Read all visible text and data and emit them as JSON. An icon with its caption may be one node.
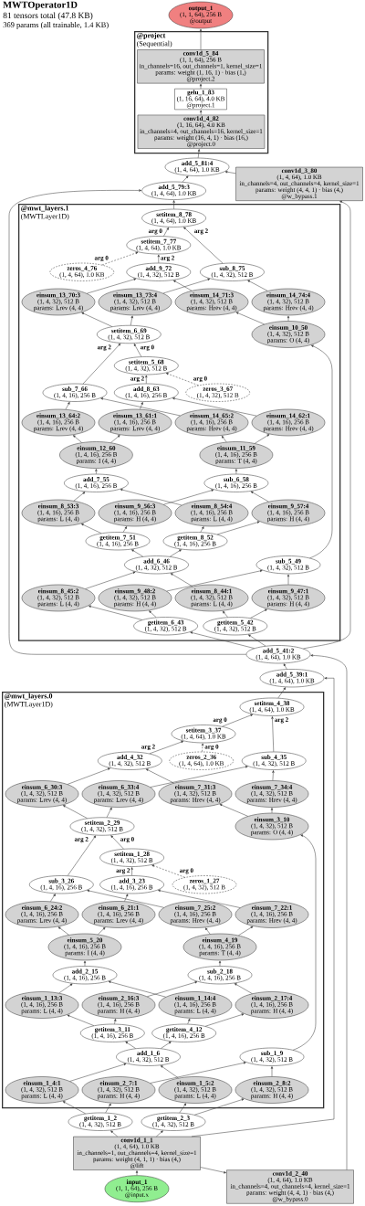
{
  "diagram": {
    "title": "MWTOperator1D",
    "labels": [
      "81 tensors total (47.8 KB)",
      "369 params (all trainable, 1.4 KB)"
    ],
    "nodes": [
      {
        "text": [
          "output_1",
          "(1, 1, 64), 256 B",
          "@output"
        ]
      },
      {
        "text": [
          "@project",
          "(Sequential)"
        ]
      },
      {
        "text": [
          "conv1d_5_84",
          "(1, 1, 64), 256 B",
          "in_channels=16, out_channels=1, kernel_size=1",
          "params: weight (1, 16, 1) · bias (1,)",
          "@project.2"
        ],
        "in": 1
      },
      {
        "text": [
          "gelu_1_83",
          "(1, 16, 64), 4.0 KB",
          "@project.1"
        ],
        "in": 1
      },
      {
        "text": [
          "conv1d_4_82",
          "(1, 16, 64), 4.0 KB",
          "in_channels=4, out_channels=16, kernel_size=1",
          "params: weight (16, 4, 1) · bias (16,)",
          "@project.0"
        ],
        "in": 1
      },
      {
        "text": [
          "add_5_81:4",
          "(1, 4, 64), 1.0 KB"
        ]
      },
      {
        "text": [
          "add_5_79:3",
          "(1, 4, 64), 1.0 KB"
        ]
      },
      {
        "text": [
          "conv1d_3_80",
          "(1, 4, 64), 1.0 KB",
          "in_channels=4, out_channels=4, kernel_size=1",
          "params: weight (4, 4, 1) · bias (4,)",
          "@w_bypass.1"
        ]
      },
      {
        "text": [
          "@mwt_layers.1",
          "(MWTLayer1D)"
        ]
      },
      {
        "text": [
          "setitem_8_78",
          "(1, 4, 64), 1.0 KB"
        ],
        "in": 8
      },
      {
        "text": [
          "setitem_7_77",
          "(1, 4, 64), 1.0 KB"
        ],
        "in": 8
      },
      {
        "text": [
          "zeros_4_76",
          "(1, 4, 64), 1.0 KB"
        ],
        "in": 8
      },
      {
        "text": [
          "add_9_72",
          "(1, 4, 32), 512 B"
        ],
        "in": 8
      },
      {
        "text": [
          "sub_8_75",
          "(1, 4, 32), 512 B"
        ],
        "in": 8
      },
      {
        "text": [
          "einsum_13_70:3",
          "(1, 4, 32), 512 B",
          "params: Lrev (4, 4)"
        ],
        "in": 8
      },
      {
        "text": [
          "einsum_13_73:4",
          "(1, 4, 32), 512 B",
          "params: Lrev (4, 4)"
        ],
        "in": 8
      },
      {
        "text": [
          "einsum_14_71:3",
          "(1, 4, 32), 512 B",
          "params: Hrev (4, 4)"
        ],
        "in": 8
      },
      {
        "text": [
          "einsum_14_74:4",
          "(1, 4, 32), 512 B",
          "params: Hrev (4, 4)"
        ],
        "in": 8
      },
      {
        "text": [
          "setitem_6_69",
          "(1, 4, 32), 512 B"
        ],
        "in": 8
      },
      {
        "text": [
          "einsum_10_50",
          "(1, 4, 32), 512 B",
          "params: O (4, 4)"
        ],
        "in": 8
      },
      {
        "text": [
          "setitem_5_68",
          "(1, 4, 32), 512 B"
        ],
        "in": 8
      },
      {
        "text": [
          "sub_7_66",
          "(1, 4, 16), 256 B"
        ],
        "in": 8
      },
      {
        "text": [
          "add_8_63",
          "(1, 4, 16), 256 B"
        ],
        "in": 8
      },
      {
        "text": [
          "zeros_3_67",
          "(1, 4, 32), 512 B"
        ],
        "in": 8
      },
      {
        "text": [
          "einsum_13_64:2",
          "(1, 4, 16), 256 B",
          "params: Lrev (4, 4)"
        ],
        "in": 8
      },
      {
        "text": [
          "einsum_13_61:1",
          "(1, 4, 16), 256 B",
          "params: Lrev (4, 4)"
        ],
        "in": 8
      },
      {
        "text": [
          "einsum_14_65:2",
          "(1, 4, 16), 256 B",
          "params: Hrev (4, 4)"
        ],
        "in": 8
      },
      {
        "text": [
          "einsum_14_62:1",
          "(1, 4, 16), 256 B",
          "params: Hrev (4, 4)"
        ],
        "in": 8
      },
      {
        "text": [
          "einsum_12_60",
          "(1, 4, 16), 256 B",
          "params: I (4, 4)"
        ],
        "in": 8
      },
      {
        "text": [
          "einsum_11_59",
          "(1, 4, 16), 256 B",
          "params: T (4, 4)"
        ],
        "in": 8
      },
      {
        "text": [
          "add_7_55",
          "(1, 4, 16), 256 B"
        ],
        "in": 8
      },
      {
        "text": [
          "sub_6_58",
          "(1, 4, 16), 256 B"
        ],
        "in": 8
      },
      {
        "text": [
          "einsum_8_53:3",
          "(1, 4, 16), 256 B",
          "params: L (4, 4)"
        ],
        "in": 8
      },
      {
        "text": [
          "einsum_9_56:3",
          "(1, 4, 16), 256 B",
          "params: H (4, 4)"
        ],
        "in": 8
      },
      {
        "text": [
          "einsum_8_54:4",
          "(1, 4, 16), 256 B",
          "params: L (4, 4)"
        ],
        "in": 8
      },
      {
        "text": [
          "einsum_9_57:4",
          "(1, 4, 16), 256 B",
          "params: H (4, 4)"
        ],
        "in": 8
      },
      {
        "text": [
          "getitem_7_51",
          "(1, 4, 16), 256 B"
        ],
        "in": 8
      },
      {
        "text": [
          "getitem_8_52",
          "(1, 4, 16), 256 B"
        ],
        "in": 8
      },
      {
        "text": [
          "add_6_46",
          "(1, 4, 32), 512 B"
        ],
        "in": 8
      },
      {
        "text": [
          "sub_5_49",
          "(1, 4, 32), 512 B"
        ],
        "in": 8
      },
      {
        "text": [
          "einsum_8_45:2",
          "(1, 4, 32), 512 B",
          "params: L (4, 4)"
        ],
        "in": 8
      },
      {
        "text": [
          "einsum_9_48:2",
          "(1, 4, 32), 512 B",
          "params: H (4, 4)"
        ],
        "in": 8
      },
      {
        "text": [
          "einsum_8_44:1",
          "(1, 4, 32), 512 B",
          "params: L (4, 4)"
        ],
        "in": 8
      },
      {
        "text": [
          "einsum_9_47:1",
          "(1, 4, 32), 512 B",
          "params: H (4, 4)"
        ],
        "in": 8
      },
      {
        "text": [
          "getitem_6_43",
          "(1, 4, 32), 512 B"
        ],
        "in": 8
      },
      {
        "text": [
          "getitem_5_42",
          "(1, 4, 32), 512 B"
        ],
        "in": 8
      },
      {
        "text": [
          "add_5_41:2",
          "(1, 4, 64), 1.0 KB"
        ]
      },
      {
        "text": [
          "add_5_39:1",
          "(1, 4, 64), 1.0 KB"
        ]
      },
      {
        "text": [
          "@mwt_layers.0",
          "(MWTLayer1D)"
        ]
      },
      {
        "text": [
          "setitem_4_38",
          "(1, 4, 64), 1.0 KB"
        ],
        "in": 48
      },
      {
        "text": [
          "setitem_3_37",
          "(1, 4, 64), 1.0 KB"
        ],
        "in": 48
      },
      {
        "text": [
          "add_4_32",
          "(1, 4, 32), 512 B"
        ],
        "in": 48
      },
      {
        "text": [
          "zeros_2_36",
          "(1, 4, 64), 1.0 KB"
        ],
        "in": 48
      },
      {
        "text": [
          "sub_4_35",
          "(1, 4, 32), 512 B"
        ],
        "in": 48
      },
      {
        "text": [
          "einsum_6_30:3",
          "(1, 4, 32), 512 B",
          "params: Lrev (4, 4)"
        ],
        "in": 48
      },
      {
        "text": [
          "einsum_6_33:4",
          "(1, 4, 32), 512 B",
          "params: Lrev (4, 4)"
        ],
        "in": 48
      },
      {
        "text": [
          "einsum_7_31:3",
          "(1, 4, 32), 512 B",
          "params: Hrev (4, 4)"
        ],
        "in": 48
      },
      {
        "text": [
          "einsum_7_34:4",
          "(1, 4, 32), 512 B",
          "params: Hrev (4, 4)"
        ],
        "in": 48
      },
      {
        "text": [
          "setitem_2_29",
          "(1, 4, 32), 512 B"
        ],
        "in": 48
      },
      {
        "text": [
          "einsum_3_10",
          "(1, 4, 32), 512 B",
          "params: O (4, 4)"
        ],
        "in": 48
      },
      {
        "text": [
          "setitem_1_28",
          "(1, 4, 32), 512 B"
        ],
        "in": 48
      },
      {
        "text": [
          "sub_3_26",
          "(1, 4, 16), 256 B"
        ],
        "in": 48
      },
      {
        "text": [
          "add_3_23",
          "(1, 4, 16), 256 B"
        ],
        "in": 48
      },
      {
        "text": [
          "zeros_1_27",
          "(1, 4, 32), 512 B"
        ],
        "in": 48
      },
      {
        "text": [
          "einsum_6_24:2",
          "(1, 4, 16), 256 B",
          "params: Lrev (4, 4)"
        ],
        "in": 48
      },
      {
        "text": [
          "einsum_6_21:1",
          "(1, 4, 16), 256 B",
          "params: Lrev (4, 4)"
        ],
        "in": 48
      },
      {
        "text": [
          "einsum_7_25:2",
          "(1, 4, 16), 256 B",
          "params: Hrev (4, 4)"
        ],
        "in": 48
      },
      {
        "text": [
          "einsum_7_22:1",
          "(1, 4, 16), 256 B",
          "params: Hrev (4, 4)"
        ],
        "in": 48
      },
      {
        "text": [
          "einsum_5_20",
          "(1, 4, 16), 256 B",
          "params: I (4, 4)"
        ],
        "in": 48
      },
      {
        "text": [
          "einsum_4_19",
          "(1, 4, 16), 256 B",
          "params: T (4, 4)"
        ],
        "in": 48
      },
      {
        "text": [
          "add_2_15",
          "(1, 4, 16), 256 B"
        ],
        "in": 48
      },
      {
        "text": [
          "sub_2_18",
          "(1, 4, 16), 256 B"
        ],
        "in": 48
      },
      {
        "text": [
          "einsum_1_13:3",
          "(1, 4, 16), 256 B",
          "params: L (4, 4)"
        ],
        "in": 48
      },
      {
        "text": [
          "einsum_2_16:3",
          "(1, 4, 16), 256 B",
          "params: H (4, 4)"
        ],
        "in": 48
      },
      {
        "text": [
          "einsum_1_14:4",
          "(1, 4, 16), 256 B",
          "params: L (4, 4)"
        ],
        "in": 48
      },
      {
        "text": [
          "einsum_2_17:4",
          "(1, 4, 16), 256 B",
          "params: H (4, 4)"
        ],
        "in": 48
      },
      {
        "text": [
          "getitem_3_11",
          "(1, 4, 16), 256 B"
        ],
        "in": 48
      },
      {
        "text": [
          "getitem_4_12",
          "(1, 4, 16), 256 B"
        ],
        "in": 48
      },
      {
        "text": [
          "add_1_6",
          "(1, 4, 32), 512 B"
        ],
        "in": 48
      },
      {
        "text": [
          "sub_1_9",
          "(1, 4, 32), 512 B"
        ],
        "in": 48
      },
      {
        "text": [
          "einsum_1_4:1",
          "(1, 4, 32), 512 B",
          "params: L (4, 4)"
        ],
        "in": 48
      },
      {
        "text": [
          "einsum_2_7:1",
          "(1, 4, 32), 512 B",
          "params: H (4, 4)"
        ],
        "in": 48
      },
      {
        "text": [
          "einsum_1_5:2",
          "(1, 4, 32), 512 B",
          "params: L (4, 4)"
        ],
        "in": 48
      },
      {
        "text": [
          "einsum_2_8:2",
          "(1, 4, 32), 512 B",
          "params: H (4, 4)"
        ],
        "in": 48
      },
      {
        "text": [
          "conv1d_2_40",
          "(1, 4, 64), 1.0 KB",
          "in_channels=4, out_channels=4, kernel_size=1",
          "params: weight (4, 4, 1) · bias (4,)",
          "@w_bypass.0"
        ]
      },
      {
        "text": [
          "getitem_1_2",
          "(1, 4, 32), 512 B"
        ]
      },
      {
        "text": [
          "getitem_2_3",
          "(1, 4, 32), 512 B"
        ]
      },
      {
        "text": [
          "conv1d_1_1",
          "(1, 4, 64), 1.0 KB",
          "in_channels=1, out_channels=4, kernel_size=1",
          "params: weight (4, 1, 1) · bias (4,)",
          "@lift"
        ]
      },
      {
        "text": [
          "input_1",
          "(1, 1, 64), 256 B",
          "@input.x"
        ]
      }
    ],
    "edges": [
      {
        "from": 88,
        "to": 87,
        "arrow": "to"
      },
      {
        "from": 87,
        "to": 85,
        "arrow": "to"
      },
      {
        "from": 87,
        "to": 86,
        "arrow": "to"
      },
      {
        "from": 87,
        "to": 84,
        "arrow": "to"
      },
      {
        "from": 87,
        "to": 47,
        "arrow": "to"
      },
      {
        "from": 85,
        "to": 80,
        "arrow": "to"
      },
      {
        "from": 85,
        "to": 81,
        "arrow": "to"
      },
      {
        "from": 86,
        "to": 82,
        "arrow": "to"
      },
      {
        "from": 86,
        "to": 83,
        "arrow": "to"
      },
      {
        "from": 80,
        "to": 78,
        "arrow": "to"
      },
      {
        "from": 82,
        "to": 78,
        "arrow": "to"
      },
      {
        "from": 81,
        "to": 79,
        "arrow": "to"
      },
      {
        "from": 83,
        "to": 79,
        "arrow": "to"
      },
      {
        "from": 78,
        "to": 76,
        "arrow": "to"
      },
      {
        "from": 78,
        "to": 77,
        "arrow": "to"
      },
      {
        "from": 79,
        "to": 59,
        "arrow": "to"
      },
      {
        "from": 76,
        "to": 72,
        "arrow": "to"
      },
      {
        "from": 76,
        "to": 73,
        "arrow": "to"
      },
      {
        "from": 77,
        "to": 74,
        "arrow": "to"
      },
      {
        "from": 77,
        "to": 75,
        "arrow": "to"
      },
      {
        "from": 72,
        "to": 70,
        "arrow": "to"
      },
      {
        "from": 74,
        "to": 70,
        "arrow": "to"
      },
      {
        "from": 73,
        "to": 71,
        "arrow": "to"
      },
      {
        "from": 75,
        "to": 71,
        "arrow": "to"
      },
      {
        "from": 70,
        "to": 68,
        "arrow": "to"
      },
      {
        "from": 71,
        "to": 69,
        "arrow": "to"
      },
      {
        "from": 68,
        "to": 64,
        "arrow": "to"
      },
      {
        "from": 68,
        "to": 65,
        "arrow": "to"
      },
      {
        "from": 69,
        "to": 66,
        "arrow": "to"
      },
      {
        "from": 69,
        "to": 67,
        "arrow": "to"
      },
      {
        "from": 64,
        "to": 61,
        "arrow": "to"
      },
      {
        "from": 66,
        "to": 61,
        "arrow": "to"
      },
      {
        "from": 65,
        "to": 62,
        "arrow": "to"
      },
      {
        "from": 67,
        "to": 62,
        "arrow": "to"
      },
      {
        "from": 62,
        "to": 60,
        "arrow": "to",
        "label": "arg 2"
      },
      {
        "from": 63,
        "to": 60,
        "arrow": "to",
        "label": "arg 0",
        "style": "dashed"
      },
      {
        "from": 60,
        "to": 58,
        "arrow": "to",
        "label": "arg 0"
      },
      {
        "from": 61,
        "to": 58,
        "arrow": "to",
        "label": "arg 2"
      },
      {
        "from": 58,
        "to": 54,
        "arrow": "to"
      },
      {
        "from": 58,
        "to": 55,
        "arrow": "to"
      },
      {
        "from": 59,
        "to": 56,
        "arrow": "to"
      },
      {
        "from": 59,
        "to": 57,
        "arrow": "to"
      },
      {
        "from": 54,
        "to": 51,
        "arrow": "to"
      },
      {
        "from": 56,
        "to": 51,
        "arrow": "to"
      },
      {
        "from": 55,
        "to": 53,
        "arrow": "to"
      },
      {
        "from": 57,
        "to": 53,
        "arrow": "to"
      },
      {
        "from": 51,
        "to": 50,
        "arrow": "to",
        "label": "arg 2"
      },
      {
        "from": 52,
        "to": 50,
        "arrow": "to",
        "label": "arg 0",
        "style": "dashed"
      },
      {
        "from": 50,
        "to": 49,
        "arrow": "to",
        "label": "arg 0"
      },
      {
        "from": 53,
        "to": 49,
        "arrow": "to",
        "label": "arg 2"
      },
      {
        "from": 49,
        "to": 47,
        "arrow": "to"
      },
      {
        "from": 47,
        "to": 46,
        "arrow": "to"
      },
      {
        "from": 84,
        "to": 46,
        "arrow": "to"
      },
      {
        "from": 46,
        "to": 45,
        "arrow": "to"
      },
      {
        "from": 46,
        "to": 44,
        "arrow": "to"
      },
      {
        "from": 46,
        "to": 6,
        "arrow": "to"
      },
      {
        "from": 46,
        "to": 7,
        "arrow": "to"
      },
      {
        "from": 45,
        "to": 42,
        "arrow": "to"
      },
      {
        "from": 45,
        "to": 43,
        "arrow": "to"
      },
      {
        "from": 44,
        "to": 40,
        "arrow": "to"
      },
      {
        "from": 44,
        "to": 41,
        "arrow": "to"
      },
      {
        "from": 42,
        "to": 38,
        "arrow": "to"
      },
      {
        "from": 40,
        "to": 38,
        "arrow": "to"
      },
      {
        "from": 43,
        "to": 39,
        "arrow": "to"
      },
      {
        "from": 41,
        "to": 39,
        "arrow": "to"
      },
      {
        "from": 38,
        "to": 36,
        "arrow": "to"
      },
      {
        "from": 38,
        "to": 37,
        "arrow": "to"
      },
      {
        "from": 39,
        "to": 19,
        "arrow": "to"
      },
      {
        "from": 36,
        "to": 32,
        "arrow": "to"
      },
      {
        "from": 36,
        "to": 33,
        "arrow": "to"
      },
      {
        "from": 37,
        "to": 34,
        "arrow": "to"
      },
      {
        "from": 37,
        "to": 35,
        "arrow": "to"
      },
      {
        "from": 32,
        "to": 30,
        "arrow": "to"
      },
      {
        "from": 34,
        "to": 30,
        "arrow": "to"
      },
      {
        "from": 33,
        "to": 31,
        "arrow": "to"
      },
      {
        "from": 35,
        "to": 31,
        "arrow": "to"
      },
      {
        "from": 30,
        "to": 28,
        "arrow": "to"
      },
      {
        "from": 31,
        "to": 29,
        "arrow": "to"
      },
      {
        "from": 28,
        "to": 24,
        "arrow": "to"
      },
      {
        "from": 28,
        "to": 25,
        "arrow": "to"
      },
      {
        "from": 29,
        "to": 26,
        "arrow": "to"
      },
      {
        "from": 29,
        "to": 27,
        "arrow": "to"
      },
      {
        "from": 24,
        "to": 21,
        "arrow": "to"
      },
      {
        "from": 26,
        "to": 21,
        "arrow": "to"
      },
      {
        "from": 25,
        "to": 22,
        "arrow": "to"
      },
      {
        "from": 27,
        "to": 22,
        "arrow": "to"
      },
      {
        "from": 22,
        "to": 20,
        "arrow": "to",
        "label": "arg 2"
      },
      {
        "from": 23,
        "to": 20,
        "arrow": "to",
        "label": "arg 0",
        "style": "dashed"
      },
      {
        "from": 20,
        "to": 18,
        "arrow": "to",
        "label": "arg 0"
      },
      {
        "from": 21,
        "to": 18,
        "arrow": "to",
        "label": "arg 2"
      },
      {
        "from": 18,
        "to": 14,
        "arrow": "to"
      },
      {
        "from": 18,
        "to": 15,
        "arrow": "to"
      },
      {
        "from": 19,
        "to": 16,
        "arrow": "to"
      },
      {
        "from": 19,
        "to": 17,
        "arrow": "to"
      },
      {
        "from": 14,
        "to": 12,
        "arrow": "to"
      },
      {
        "from": 16,
        "to": 12,
        "arrow": "to"
      },
      {
        "from": 15,
        "to": 13,
        "arrow": "to"
      },
      {
        "from": 17,
        "to": 13,
        "arrow": "to"
      },
      {
        "from": 12,
        "to": 10,
        "arrow": "to",
        "label": "arg 2"
      },
      {
        "from": 11,
        "to": 10,
        "arrow": "to",
        "label": "arg 0",
        "style": "dashed"
      },
      {
        "from": 10,
        "to": 9,
        "arrow": "to",
        "label": "arg 0"
      },
      {
        "from": 13,
        "to": 9,
        "arrow": "to",
        "label": "arg 2"
      },
      {
        "from": 9,
        "to": 6,
        "arrow": "to"
      },
      {
        "from": 6,
        "to": 5,
        "arrow": "to"
      },
      {
        "from": 7,
        "to": 5,
        "arrow": "to"
      },
      {
        "from": 5,
        "to": 4,
        "arrow": "to"
      },
      {
        "from": 4,
        "to": 3,
        "arrow": "to"
      },
      {
        "from": 3,
        "to": 2,
        "arrow": "to"
      },
      {
        "from": 2,
        "to": 0,
        "arrow": "to"
      }
    ]
  }
}
